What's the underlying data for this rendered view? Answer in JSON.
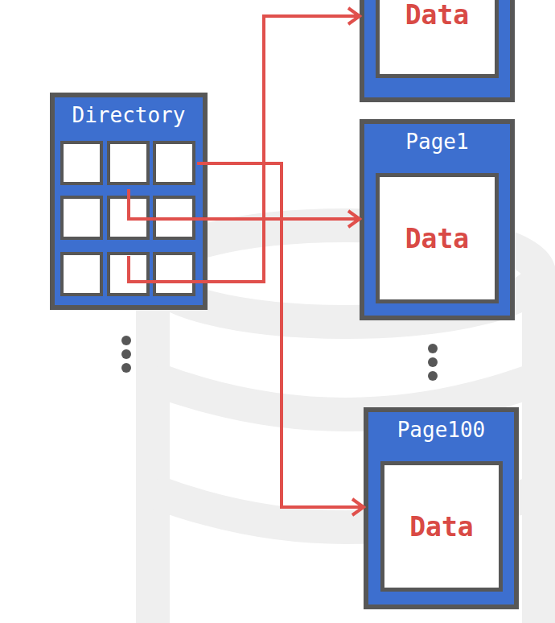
{
  "diagram": {
    "nodes": [
      {
        "text": [
          "Data"
        ]
      },
      {
        "text": [
          "Directory"
        ]
      },
      {
        "text": [
          "Page1",
          "Data"
        ]
      },
      {
        "text": [
          "Page100",
          "Data"
        ]
      }
    ],
    "edges": [
      {
        "from": 1,
        "to": 0,
        "arrow": "to"
      },
      {
        "from": 1,
        "to": 2,
        "arrow": "to"
      },
      {
        "from": 1,
        "to": 3,
        "arrow": "to"
      }
    ]
  }
}
